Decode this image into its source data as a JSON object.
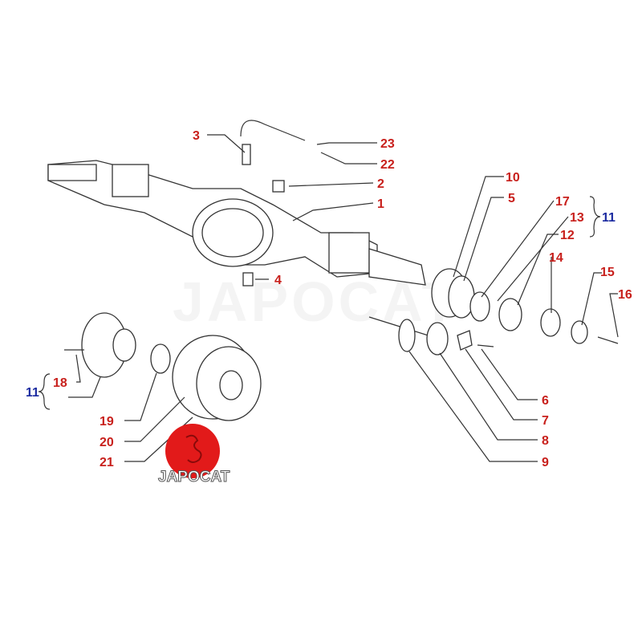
{
  "diagram": {
    "title": "Rear axle exploded parts diagram",
    "watermark": "JAPOCAT",
    "logo_text": "JAPOCAT",
    "colors": {
      "label": "#c8201c",
      "group_label": "#1a2aa0",
      "logo_red": "#e21a1a"
    },
    "labels": {
      "l1": "1",
      "l2": "2",
      "l3": "3",
      "l4": "4",
      "l5": "5",
      "l6": "6",
      "l7": "7",
      "l8": "8",
      "l9": "9",
      "l10": "10",
      "l11a": "11",
      "l11b": "11",
      "l12": "12",
      "l13": "13",
      "l14": "14",
      "l15": "15",
      "l16": "16",
      "l17": "17",
      "l18": "18",
      "l19": "19",
      "l20": "20",
      "l21": "21",
      "l22": "22",
      "l23": "23"
    }
  }
}
